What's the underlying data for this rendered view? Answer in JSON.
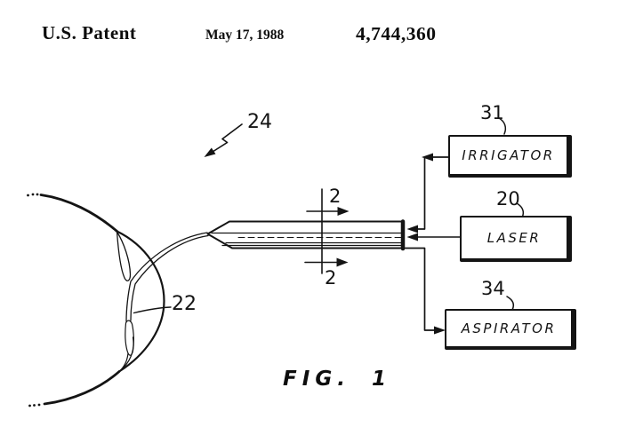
{
  "header": {
    "office": "U.S. Patent",
    "date": "May 17, 1988",
    "number": "4,744,360"
  },
  "figure": {
    "caption": "FIG. 1",
    "boxes": [
      {
        "ref": "31",
        "label": "IRRIGATOR"
      },
      {
        "ref": "20",
        "label": "LASER"
      },
      {
        "ref": "34",
        "label": "ASPIRATOR"
      }
    ],
    "refs": {
      "handpiece": "24",
      "eye_structures": "22",
      "section_upper": "2",
      "section_lower": "2"
    }
  },
  "colors": {
    "ink": "#141414",
    "paper": "#ffffff"
  }
}
